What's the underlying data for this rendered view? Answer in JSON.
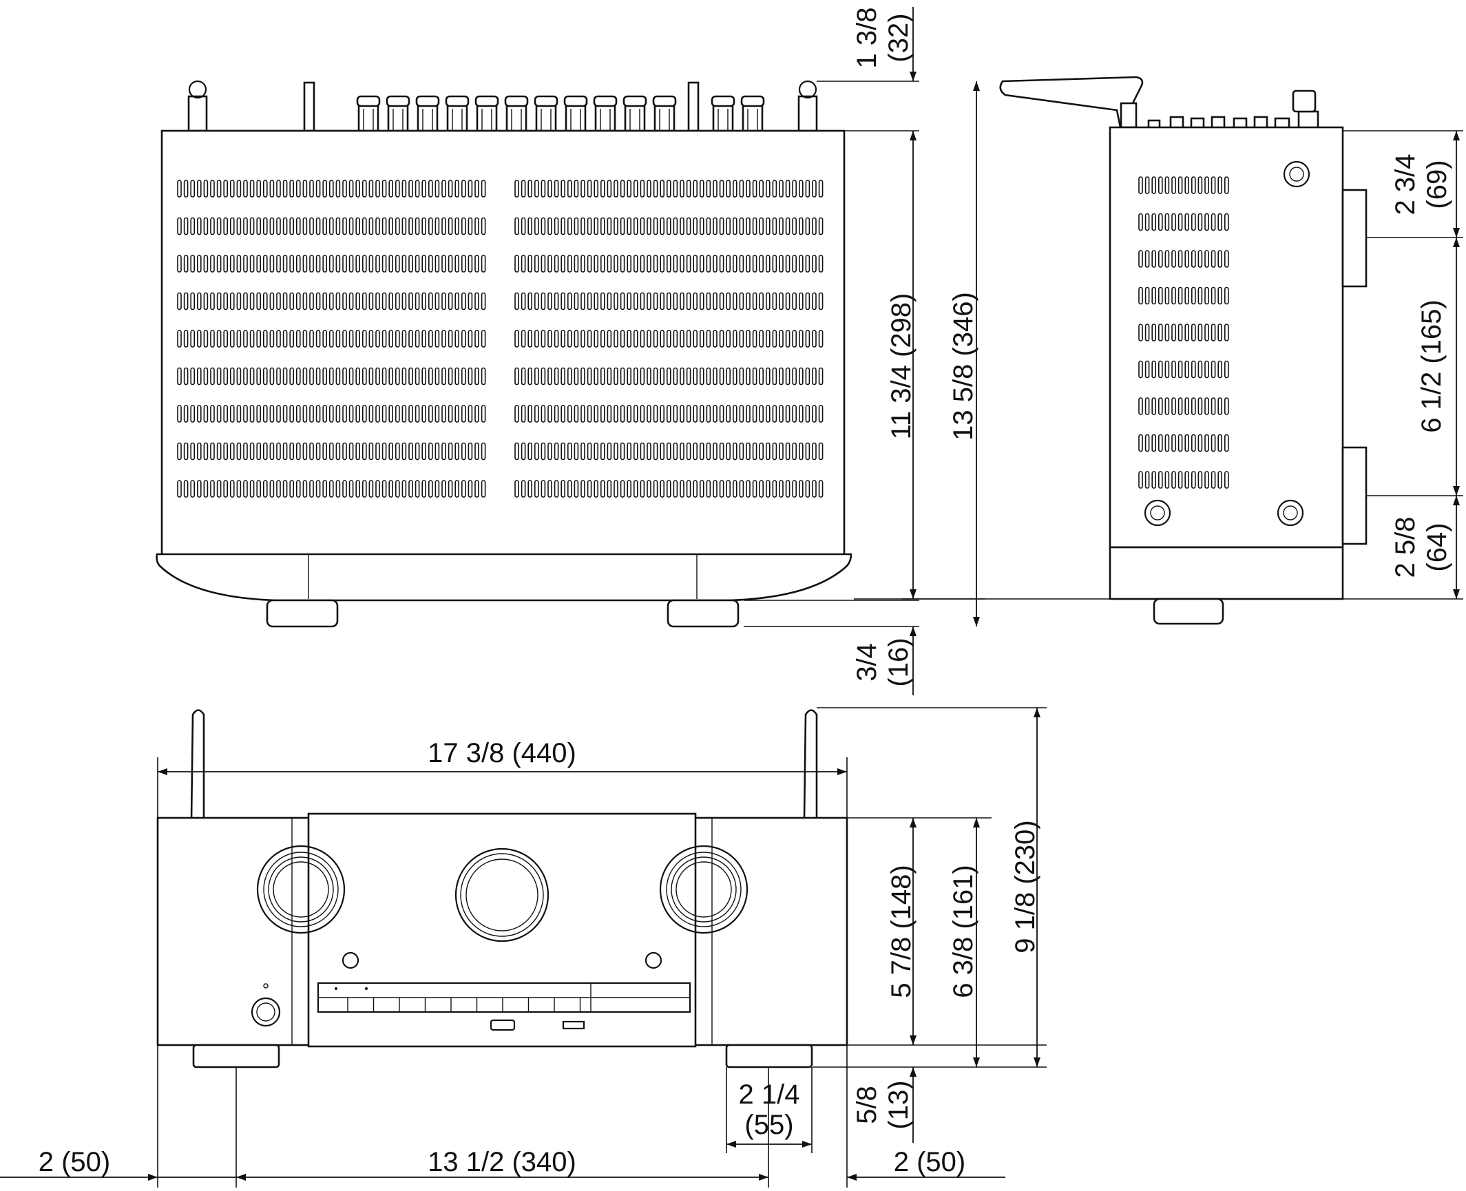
{
  "drawing": {
    "type": "technical dimension drawing",
    "views": [
      "top",
      "side",
      "front"
    ],
    "line_color": "#111111",
    "background": "#ffffff"
  },
  "dimensions": {
    "rear_projection": {
      "inch": "1 3/8",
      "mm": "(32)"
    },
    "body_depth": "11 3/4 (298)",
    "total_depth": "13 5/8 (346)",
    "front_projection": {
      "inch": "3/4",
      "mm": "(16)"
    },
    "side_top": {
      "inch": "2 3/4",
      "mm": "(69)"
    },
    "side_middle": "6 1/2 (165)",
    "side_bottom": {
      "inch": "2 5/8",
      "mm": "(64)"
    },
    "width": "17 3/8 (440)",
    "height_body": "5 7/8 (148)",
    "height_with_feet": "6 3/8 (161)",
    "height_with_antenna": "9 1/8 (230)",
    "foot_height": {
      "inch": "5/8",
      "mm": "(13)"
    },
    "foot_width": {
      "inch": "2 1/4",
      "mm": "(55)"
    },
    "left_overhang": "2 (50)",
    "foot_spacing": "13 1/2 (340)",
    "right_overhang": "2 (50)"
  }
}
